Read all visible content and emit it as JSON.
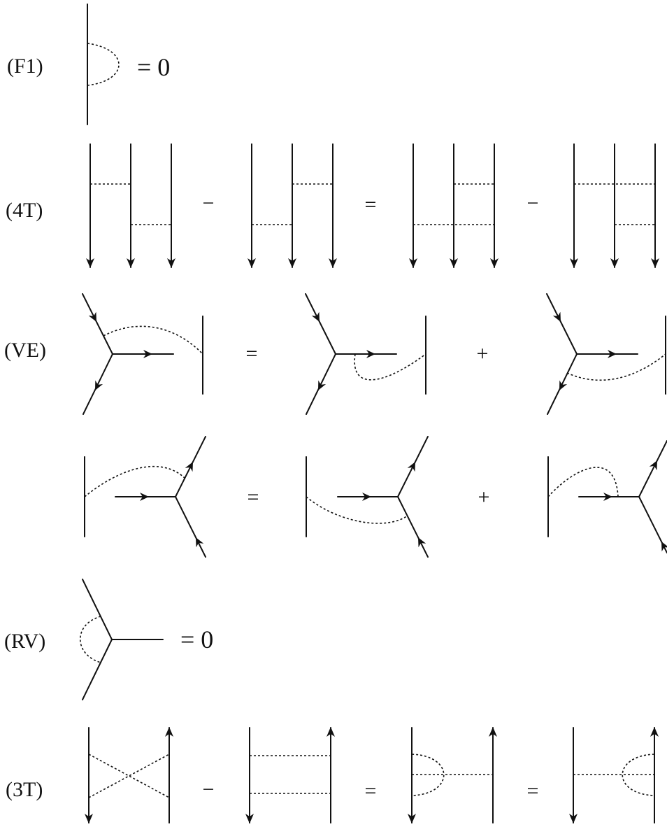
{
  "rows": [
    {
      "label": "(F1)",
      "rhs": "= 0"
    },
    {
      "label": "(4T)",
      "operators": [
        "−",
        "=",
        "−"
      ]
    },
    {
      "label": "(VE)",
      "operators": [
        "=",
        "+"
      ]
    },
    {
      "operators": [
        "=",
        "+"
      ]
    },
    {
      "label": "(RV)",
      "rhs": "= 0"
    },
    {
      "label": "(3T)",
      "operators": [
        "−",
        "=",
        "="
      ]
    }
  ]
}
